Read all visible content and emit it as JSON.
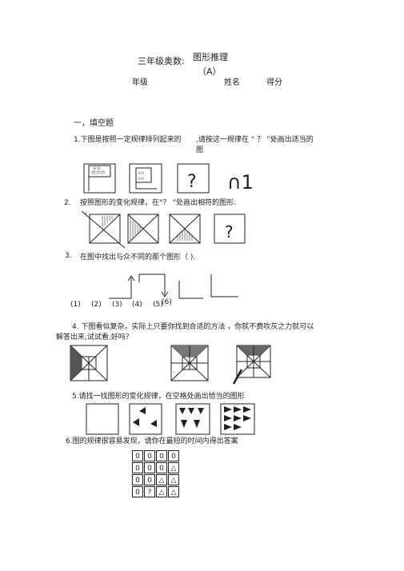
{
  "header": {
    "title_prefix": "三年级奥数:",
    "title_main": "图形推理",
    "variant": "（A）",
    "grade_label": "年级",
    "name_label": "姓名",
    "score_label": "得分"
  },
  "section": {
    "title": "一，填空题"
  },
  "q1": {
    "text_a": "1.下图是按照一定规律排列起来的",
    "text_b": ",请按这一规律在 “ ？ ”处画出适当的",
    "text_c": "图",
    "qmark": "?",
    "answer_glyph": "∩1"
  },
  "q2": {
    "number": "2.",
    "text": "按照图形的变化规律，在“？ ”处画出相符的图形.",
    "qmark": "?",
    "stray_mark": "'"
  },
  "q3": {
    "number": "3.",
    "text": "在图中找出与众不同的那个图形（        ).",
    "labels": [
      "(1)",
      "(2)",
      "(3)",
      "(4)",
      "(5)",
      "(6)"
    ]
  },
  "q4": {
    "text_a": "4. 下图看似复杂，实际上只要你找到合适的方法    ，你就不费吹灰之力就可以",
    "text_b": "解答出来,试试看,好吗？"
  },
  "q5": {
    "text": "5.请找一找图形的变化规律，在空格处画出恰当的图形"
  },
  "q6": {
    "text": "6.图的规律很容易发现，请你在最短的时间内得出答案",
    "grid": [
      [
        "0",
        "0",
        "0",
        "0"
      ],
      [
        "0",
        "0",
        "0",
        "△"
      ],
      [
        "0",
        "0",
        "△",
        "△"
      ],
      [
        "0",
        "?",
        "△",
        "△"
      ]
    ]
  }
}
